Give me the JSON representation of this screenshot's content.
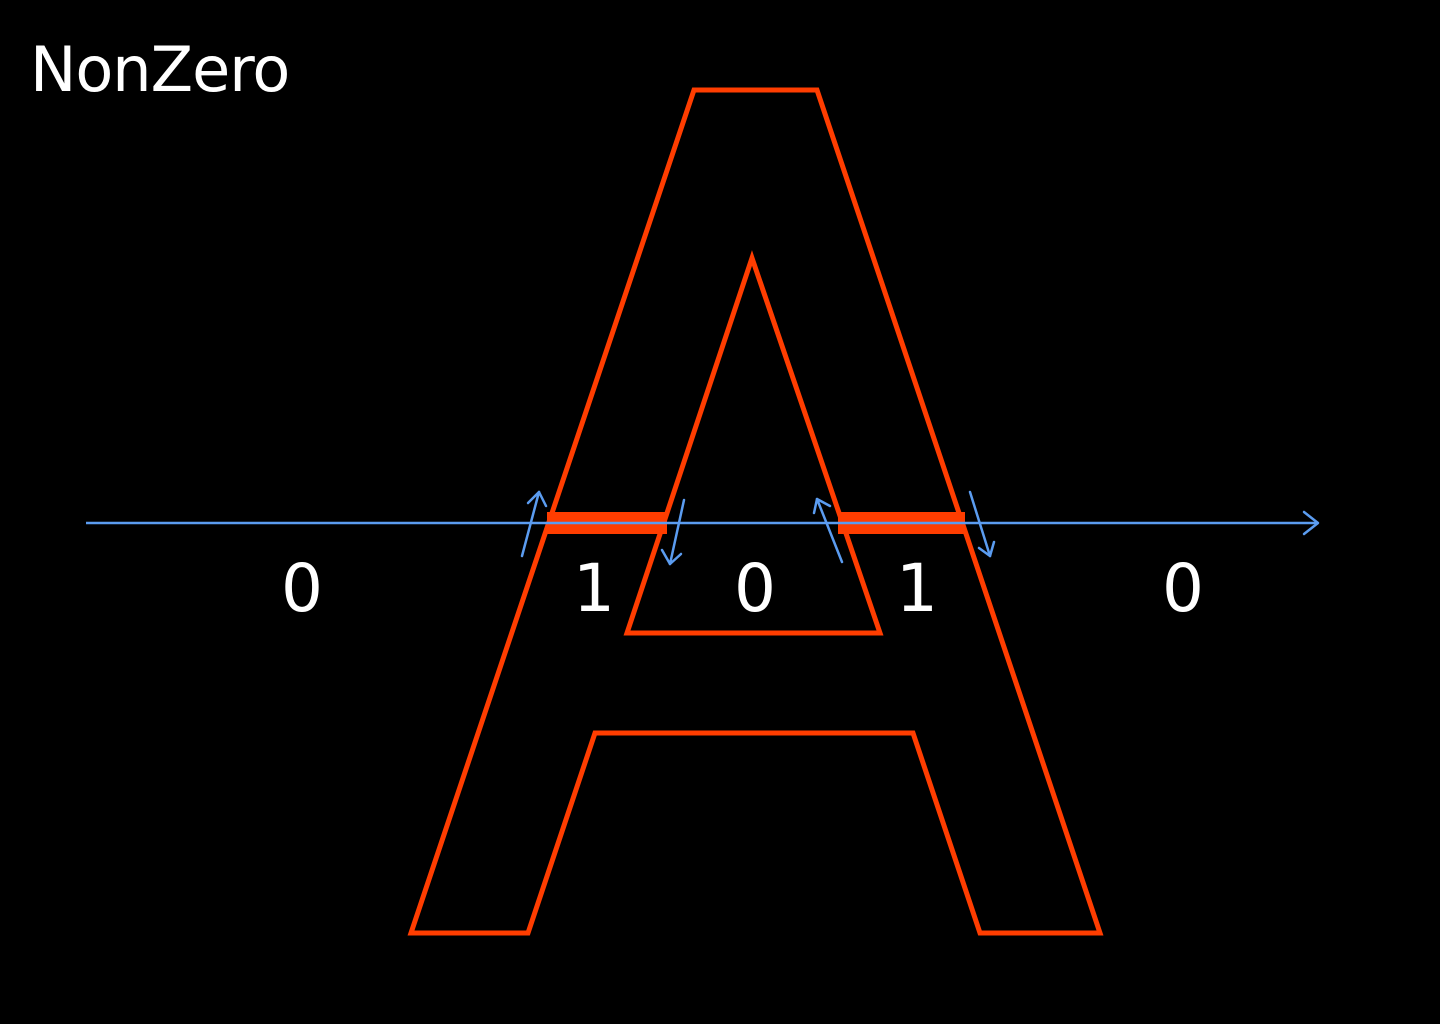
{
  "title": "NonZero",
  "colors": {
    "background": "#000000",
    "glyph_outline": "#ff3d00",
    "ray": "#5b9cf0",
    "text": "#ffffff"
  },
  "labels": {
    "region_outside_left": "0",
    "region_left_leg": "1",
    "region_counter": "0",
    "region_right_leg": "1",
    "region_outside_right": "0"
  }
}
